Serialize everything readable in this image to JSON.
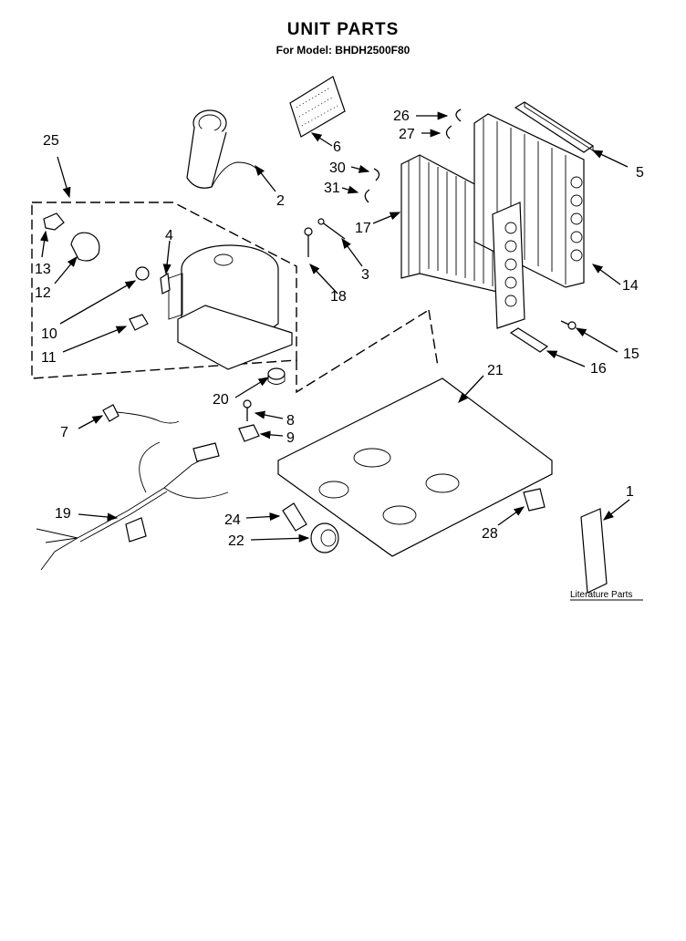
{
  "header": {
    "title": "UNIT PARTS",
    "subtitle": "For Model: BHDH2500F80"
  },
  "callouts": [
    {
      "id": "1",
      "label": "1"
    },
    {
      "id": "2",
      "label": "2"
    },
    {
      "id": "3",
      "label": "3"
    },
    {
      "id": "4",
      "label": "4"
    },
    {
      "id": "5",
      "label": "5"
    },
    {
      "id": "6",
      "label": "6"
    },
    {
      "id": "7",
      "label": "7"
    },
    {
      "id": "8",
      "label": "8"
    },
    {
      "id": "9",
      "label": "9"
    },
    {
      "id": "10",
      "label": "10"
    },
    {
      "id": "11",
      "label": "11"
    },
    {
      "id": "12",
      "label": "12"
    },
    {
      "id": "13",
      "label": "13"
    },
    {
      "id": "14",
      "label": "14"
    },
    {
      "id": "15",
      "label": "15"
    },
    {
      "id": "16",
      "label": "16"
    },
    {
      "id": "17",
      "label": "17"
    },
    {
      "id": "18",
      "label": "18"
    },
    {
      "id": "19",
      "label": "19"
    },
    {
      "id": "20",
      "label": "20"
    },
    {
      "id": "21",
      "label": "21"
    },
    {
      "id": "22",
      "label": "22"
    },
    {
      "id": "24",
      "label": "24"
    },
    {
      "id": "25",
      "label": "25"
    },
    {
      "id": "26",
      "label": "26"
    },
    {
      "id": "27",
      "label": "27"
    },
    {
      "id": "28",
      "label": "28"
    },
    {
      "id": "30",
      "label": "30"
    },
    {
      "id": "31",
      "label": "31"
    }
  ],
  "literature": {
    "label": "Literature Parts"
  }
}
